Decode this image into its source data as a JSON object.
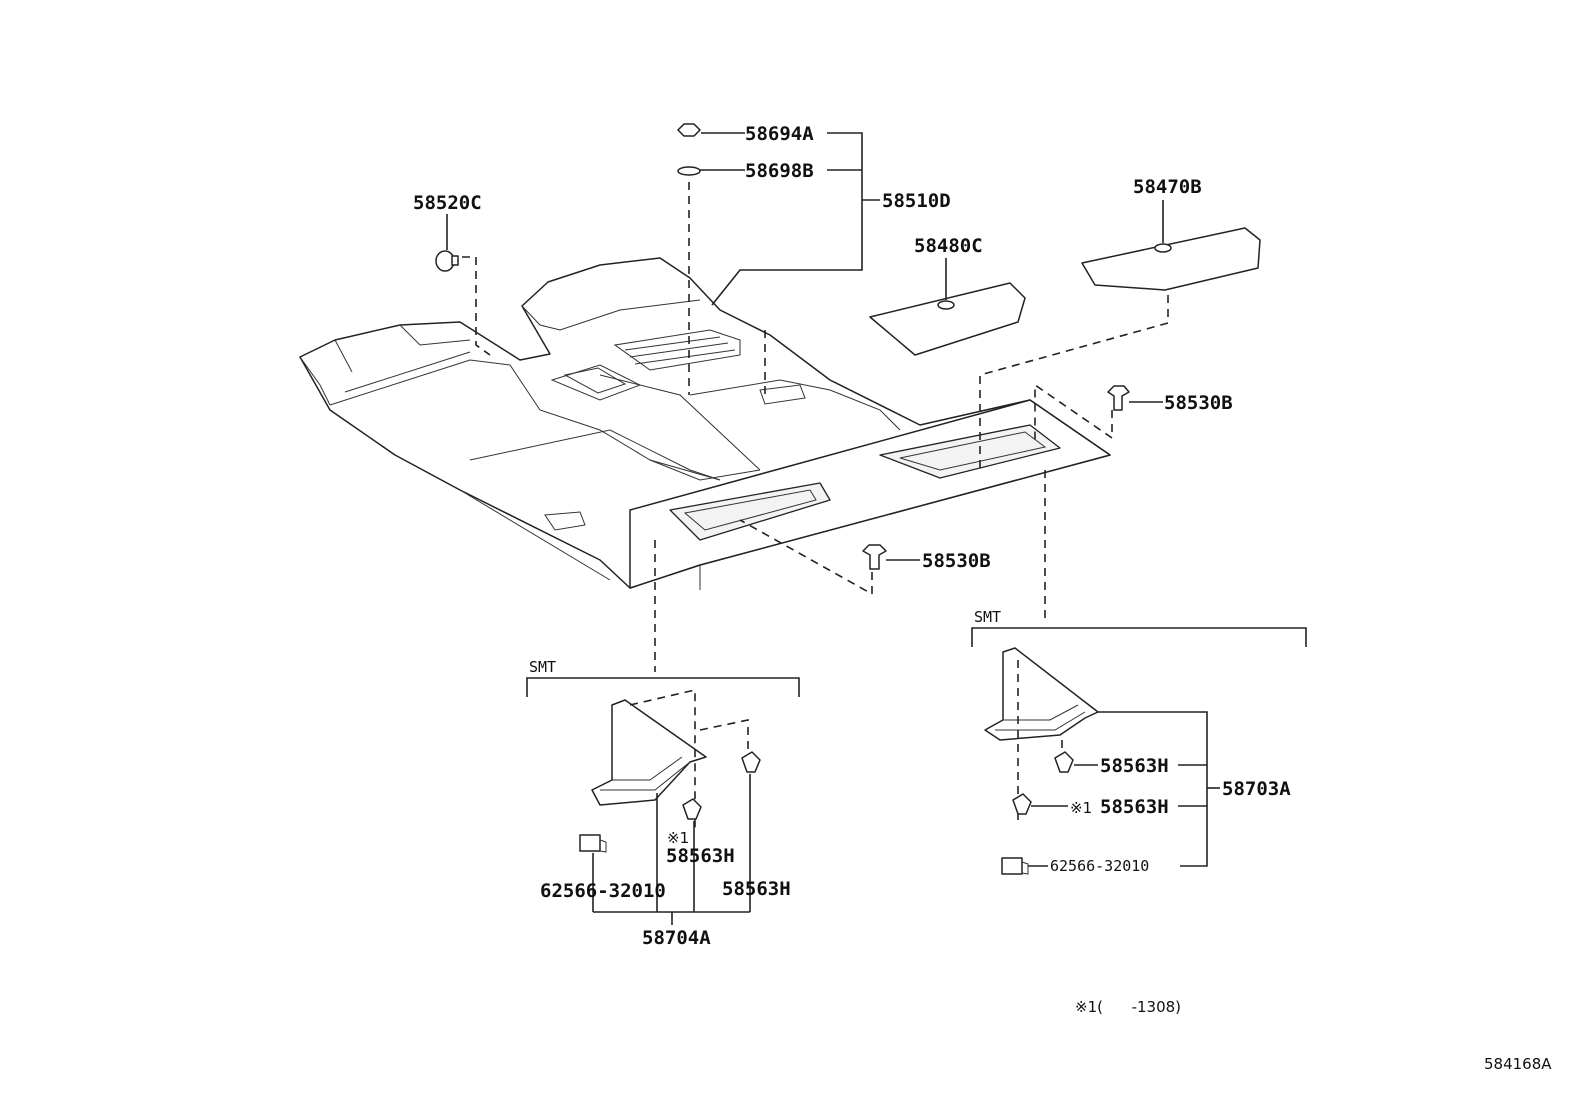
{
  "callouts": {
    "c58694A": "58694A",
    "c58698B": "58698B",
    "c58510D": "58510D",
    "c58520C": "58520C",
    "c58480C": "58480C",
    "c58470B": "58470B",
    "c58530B_right": "58530B",
    "c58530B_center": "58530B",
    "c58563H_l1": "58563H",
    "c58563H_l2": "58563H",
    "c62566_left": "62566-32010",
    "c58704A": "58704A",
    "c58563H_r1": "58563H",
    "c58563H_r2": "58563H",
    "c62566_right": "62566-32010",
    "c58703A": "58703A"
  },
  "marks": {
    "note_mark": "※1",
    "note_mark_right": "※1"
  },
  "groups": {
    "smt_left": "SMT",
    "smt_right": "SMT"
  },
  "footnote": {
    "note": "※1(      -1308)"
  },
  "figure_code": "584168A"
}
